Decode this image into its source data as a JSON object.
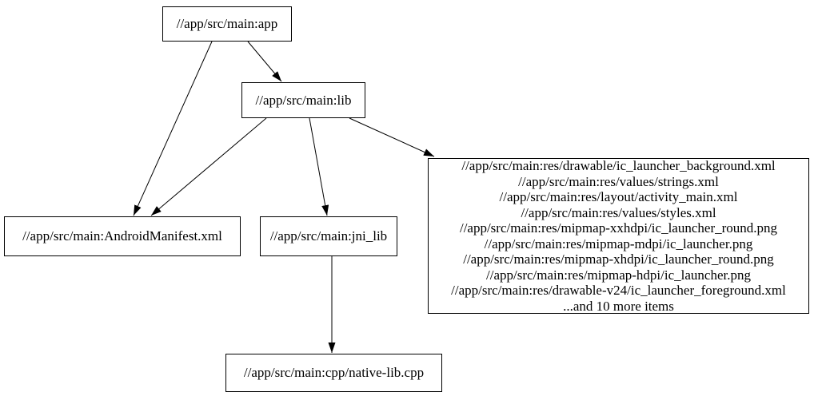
{
  "graph": {
    "title": "bazel-dependency-graph",
    "background_color": "#ffffff",
    "node_border_color": "#000000",
    "edge_color": "#000000",
    "nodes": {
      "app": {
        "label": "//app/src/main:app"
      },
      "lib": {
        "label": "//app/src/main:lib"
      },
      "android_manifest": {
        "label": "//app/src/main:AndroidManifest.xml"
      },
      "jni_lib": {
        "label": "//app/src/main:jni_lib"
      },
      "native_lib_cpp": {
        "label": "//app/src/main:cpp/native-lib.cpp"
      },
      "resources": {
        "lines": [
          "//app/src/main:res/drawable/ic_launcher_background.xml",
          "//app/src/main:res/values/strings.xml",
          "//app/src/main:res/layout/activity_main.xml",
          "//app/src/main:res/values/styles.xml",
          "//app/src/main:res/mipmap-xxhdpi/ic_launcher_round.png",
          "//app/src/main:res/mipmap-mdpi/ic_launcher.png",
          "//app/src/main:res/mipmap-xhdpi/ic_launcher_round.png",
          "//app/src/main:res/mipmap-hdpi/ic_launcher.png",
          "//app/src/main:res/drawable-v24/ic_launcher_foreground.xml",
          "...and 10 more items"
        ]
      }
    },
    "edges": [
      {
        "from": "app",
        "to": "lib"
      },
      {
        "from": "app",
        "to": "android_manifest"
      },
      {
        "from": "lib",
        "to": "android_manifest"
      },
      {
        "from": "lib",
        "to": "jni_lib"
      },
      {
        "from": "lib",
        "to": "resources"
      },
      {
        "from": "jni_lib",
        "to": "native_lib_cpp"
      }
    ]
  }
}
